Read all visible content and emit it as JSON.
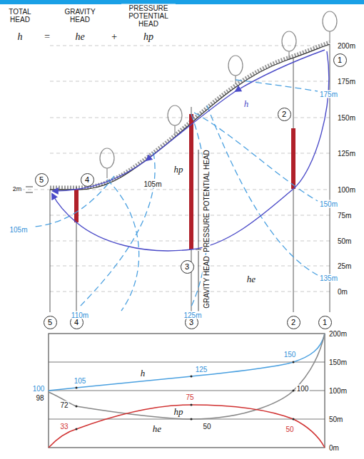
{
  "diagram": {
    "nodes": [
      {
        "text": [
          "1"
        ]
      },
      {
        "text": [
          "2"
        ]
      },
      {
        "text": [
          "3"
        ]
      },
      {
        "text": [
          "4"
        ]
      },
      {
        "text": [
          "5"
        ]
      },
      {
        "text": [
          "5"
        ]
      },
      {
        "text": [
          "4"
        ]
      },
      {
        "text": [
          "3"
        ]
      },
      {
        "text": [
          "2"
        ]
      },
      {
        "text": [
          "1"
        ]
      }
    ],
    "labels": [
      "TOTAL HEAD",
      "h",
      "=",
      "GRAVITY HEAD",
      "he",
      "+",
      "PRESSURE POTENTIAL HEAD",
      "hp",
      "200m",
      "175m",
      "150m",
      "125m",
      "100m",
      "75m",
      "50m",
      "25m",
      "0m",
      "175m",
      "150m",
      "135m",
      "h",
      "105m",
      "105m",
      "110m",
      "125m",
      "hp",
      "PRESSURE POTENTIAL HEAD",
      "GRAVITY HEAD",
      "he",
      "2m",
      "200m",
      "150m",
      "100m",
      "50m",
      "0m",
      "100",
      "98",
      "105",
      "125",
      "150",
      "h",
      "72",
      "hp",
      "75",
      "50",
      "100",
      "he",
      "33",
      "50"
    ]
  }
}
